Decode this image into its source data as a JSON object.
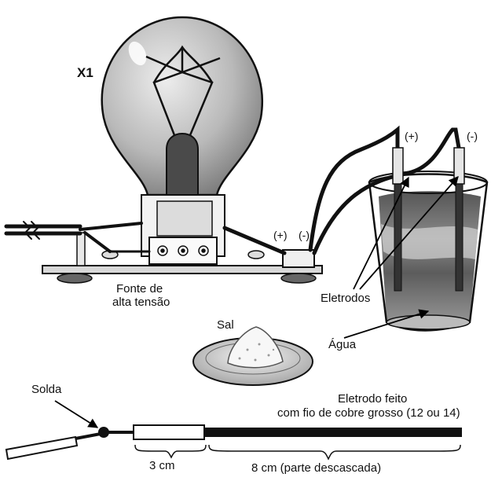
{
  "labels": {
    "lamp": "X1",
    "positive_small": "(+)",
    "negative_small": "(-)",
    "positive_glass": "(+)",
    "negative_glass": "(-)",
    "source_line1": "Fonte de",
    "source_line2": "alta tensão",
    "electrodes": "Eletrodos",
    "water": "Água",
    "salt": "Sal",
    "solder": "Solda",
    "electrode_line1": "Eletrodo feito",
    "electrode_line2": "com fio de cobre grosso (12 ou 14)",
    "dim_3cm": "3 cm",
    "dim_8cm": "8 cm (parte descascada)"
  }
}
